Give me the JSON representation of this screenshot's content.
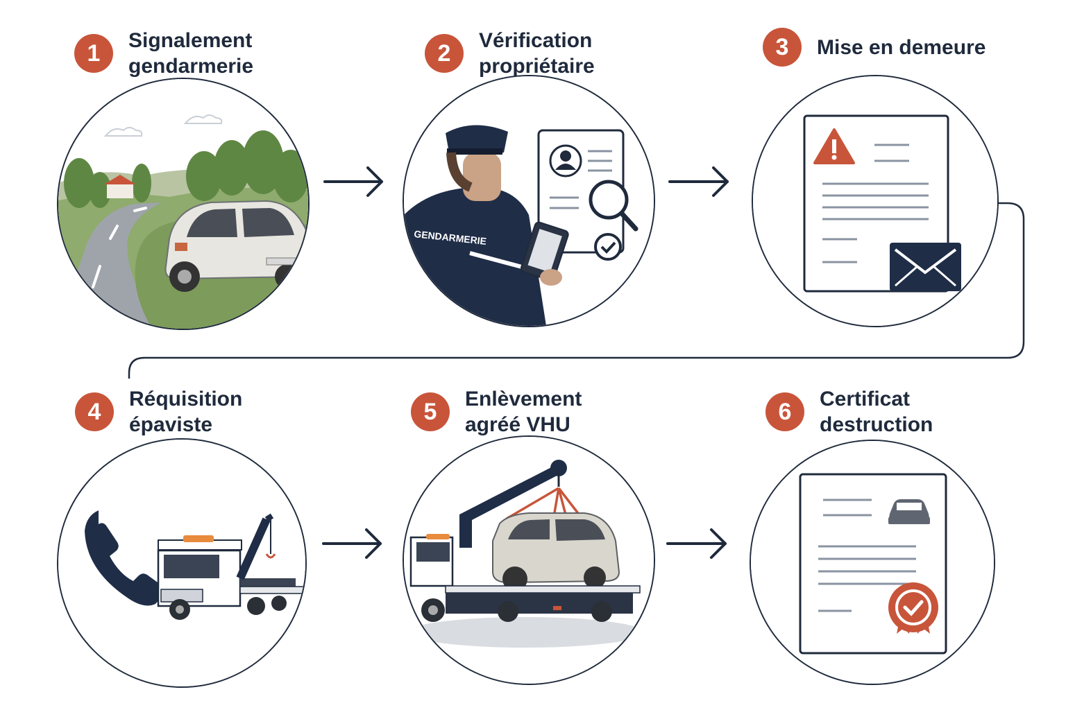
{
  "steps": [
    {
      "number": "1",
      "line1": "Signalement",
      "line2": "gendarmerie"
    },
    {
      "number": "2",
      "line1": "Vérification",
      "line2": "propriétaire"
    },
    {
      "number": "3",
      "line1": "Mise en demeure",
      "line2": ""
    },
    {
      "number": "4",
      "line1": "Réquisition",
      "line2": "épaviste"
    },
    {
      "number": "5",
      "line1": "Enlèvement",
      "line2": "agréé VHU"
    },
    {
      "number": "6",
      "line1": "Certificat",
      "line2": "destruction"
    }
  ],
  "uniform_label": "GENDARMERIE",
  "colors": {
    "accent": "#c8553a",
    "navy": "#1f2a3c"
  },
  "icons": [
    "car-icon",
    "officer-icon",
    "warning-icon",
    "envelope-icon",
    "phone-icon",
    "tow-truck-icon",
    "crane-truck-icon",
    "certificate-icon",
    "seal-icon"
  ]
}
